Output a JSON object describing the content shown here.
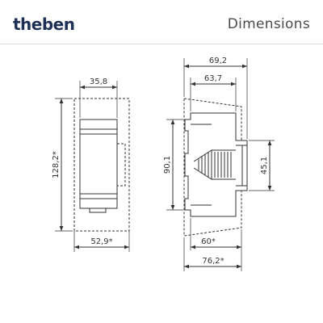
{
  "header": {
    "logo_text": "theben",
    "title": "Dimensions"
  },
  "front_view": {
    "width_top": "35,8",
    "height": "128,2*",
    "width_bottom": "52,9*"
  },
  "side_view": {
    "width_total_top": "69,2",
    "width_body": "63,7",
    "height_body": "90,1",
    "height_rail": "45,1",
    "depth_bottom": "60*",
    "depth_total_bottom": "76,2*"
  }
}
